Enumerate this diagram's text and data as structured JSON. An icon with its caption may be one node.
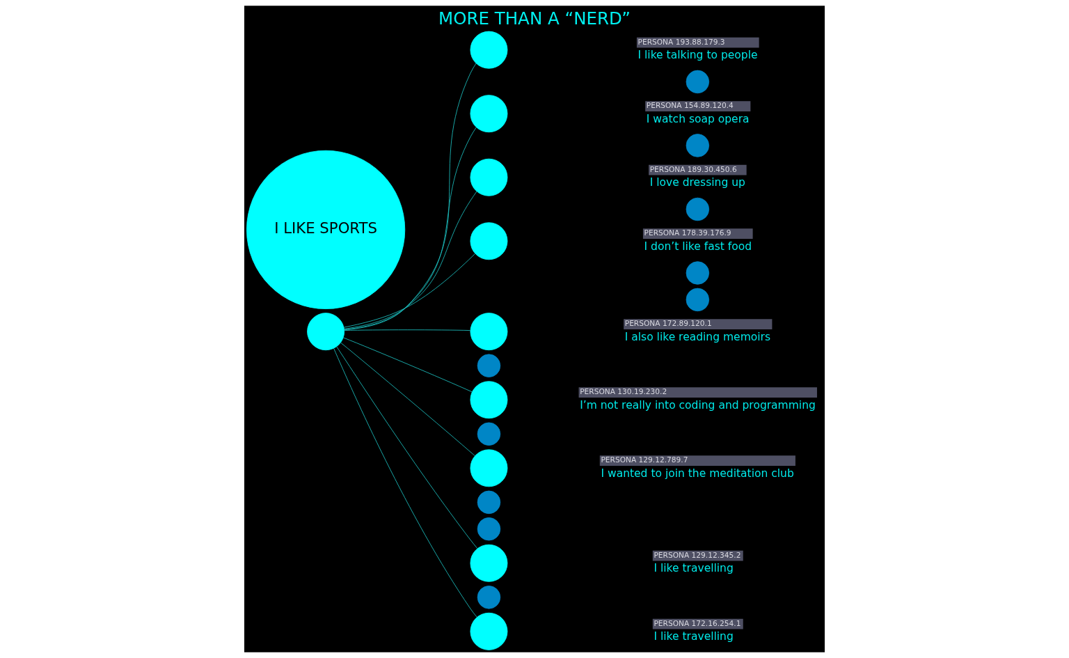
{
  "diagram": {
    "title": "MORE THAN A “NERD”",
    "nodes": [
      {
        "text": [],
        "shape": "circle"
      },
      {
        "text": [
          "I LIKE SPORTS"
        ]
      },
      {
        "text": [],
        "shape": "circle",
        "beside": [
          "PERSONA 193.88.179.3",
          "I like talking to people"
        ]
      },
      {
        "text": [],
        "shape": "circle"
      },
      {
        "text": [],
        "shape": "circle",
        "beside": [
          "PERSONA 154.89.120.4",
          "I watch soap opera"
        ]
      },
      {
        "text": [],
        "shape": "circle"
      },
      {
        "text": [],
        "shape": "circle",
        "beside": [
          "PERSONA 189.30.450.6",
          "I love dressing up"
        ]
      },
      {
        "text": [],
        "shape": "circle"
      },
      {
        "text": [],
        "shape": "circle",
        "beside": [
          "PERSONA 178.39.176.9",
          "I don’t like fast food"
        ]
      },
      {
        "text": [],
        "shape": "circle"
      },
      {
        "text": [],
        "shape": "circle"
      },
      {
        "text": [],
        "shape": "circle",
        "beside": [
          "PERSONA 172.89.120.1",
          "I also like reading memoirs"
        ]
      },
      {
        "text": [],
        "shape": "circle"
      },
      {
        "text": [],
        "shape": "circle",
        "beside": [
          "PERSONA 130.19.230.2",
          "I’m not really into coding and programming"
        ]
      },
      {
        "text": [],
        "shape": "circle"
      },
      {
        "text": [],
        "shape": "circle",
        "beside": [
          "PERSONA 129.12.789.7",
          "I wanted to join the meditation club"
        ]
      },
      {
        "text": [],
        "shape": "circle"
      },
      {
        "text": [],
        "shape": "circle"
      },
      {
        "text": [],
        "shape": "circle",
        "beside": [
          "PERSONA 129.12.345.2",
          "I like travelling"
        ]
      },
      {
        "text": [],
        "shape": "circle"
      },
      {
        "text": [],
        "shape": "circle",
        "beside": [
          "PERSONA 172.16.254.1",
          "I like travelling"
        ]
      }
    ],
    "edges": [
      {
        "from": 0,
        "to": 2,
        "arrow": "none"
      },
      {
        "from": 0,
        "to": 4,
        "arrow": "none"
      },
      {
        "from": 0,
        "to": 6,
        "arrow": "none"
      },
      {
        "from": 0,
        "to": 8,
        "arrow": "none"
      },
      {
        "from": 0,
        "to": 11,
        "arrow": "none"
      },
      {
        "from": 0,
        "to": 13,
        "arrow": "none"
      },
      {
        "from": 0,
        "to": 15,
        "arrow": "none"
      },
      {
        "from": 0,
        "to": 18,
        "arrow": "none"
      },
      {
        "from": 0,
        "to": 20,
        "arrow": "none"
      }
    ]
  }
}
